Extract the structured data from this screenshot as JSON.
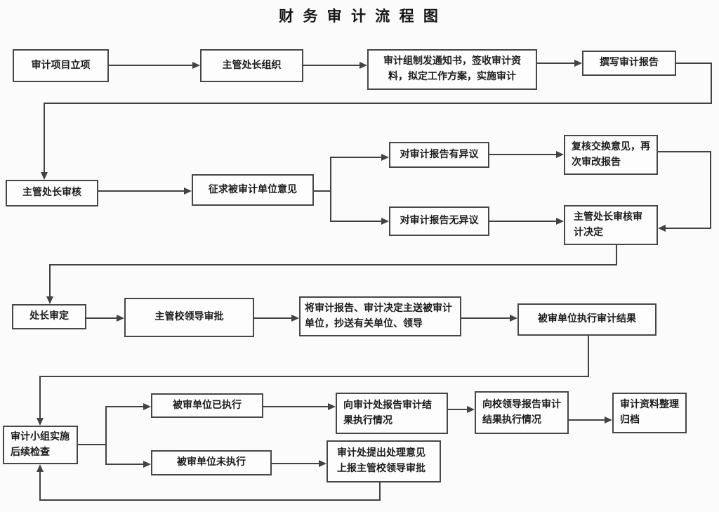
{
  "title": "财 务 审 计 流 程 图",
  "colors": {
    "background": "#fbfbfb",
    "box_fill": "#fdfdfd",
    "box_border": "#474747",
    "line": "#424242",
    "text": "#1c1c1c"
  },
  "nodes": {
    "start": "审计项目立项",
    "organize": "主管处长组织",
    "notice": "审计组制发通知书，签收审计资料，拟定工作方案，实施审计",
    "draft": "撰写审计报告",
    "review": "主管处长审核",
    "solicit": "征求被审计单位意见",
    "objection": "对审计报告有异议",
    "recheck": "复核交换意见，再次审改报告",
    "no_objection": "对审计报告无异议",
    "decision": "主管处长审核审计决定",
    "director_final": "处长审定",
    "leader_approve": "主管校领导审批",
    "send": "将审计报告、审计决定主送被审计单位，抄送有关单位、领导",
    "execute": "被审单位执行审计结果",
    "followup": "审计小组实施后续检查",
    "executed": "被审单位已执行",
    "report_dept": "向审计处报告审计结果执行情况",
    "report_leader": "向校领导报告审计结果执行情况",
    "archive": "审计资料整理归档",
    "not_executed": "被审单位未执行",
    "handle": "审计处提出处理意见上报主管校领导审批"
  }
}
